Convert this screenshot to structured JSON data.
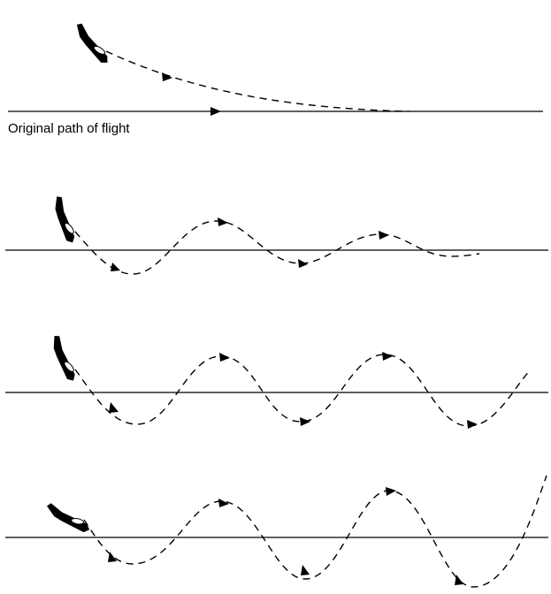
{
  "diagram": {
    "caption": "Original path of flight",
    "panels": [
      {
        "id": "converging-descent",
        "behavior": "non-oscillatory return"
      },
      {
        "id": "damped-oscillation",
        "behavior": "decreasing amplitude"
      },
      {
        "id": "neutral-oscillation",
        "behavior": "constant amplitude"
      },
      {
        "id": "divergent-oscillation",
        "behavior": "increasing amplitude"
      }
    ],
    "colors": {
      "ink": "#000000",
      "background": "#ffffff"
    },
    "icons": [
      "airplane-icon",
      "arrow-head-icon"
    ]
  }
}
